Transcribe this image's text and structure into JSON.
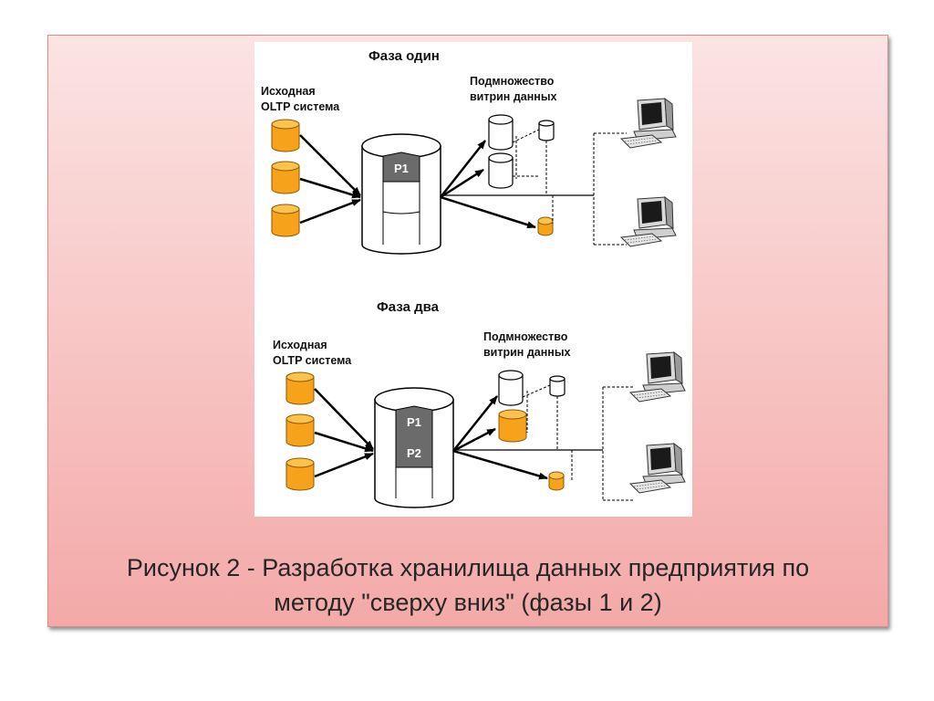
{
  "slide": {
    "caption_line1": "Рисунок 2 - Разработка хранилища данных предприятия по",
    "caption_line2": "методу \"сверху вниз\" (фазы 1 и 2)"
  },
  "phase_one": {
    "title": "Фаза один",
    "source_label_line1": "Исходная",
    "source_label_line2": "OLTP система",
    "marts_label_line1": "Подмножество",
    "marts_label_line2": "витрин данных",
    "partition_labels": [
      "P1"
    ]
  },
  "phase_two": {
    "title": "Фаза два",
    "source_label_line1": "Исходная",
    "source_label_line2": "OLTP система",
    "marts_label_line1": "Подмножество",
    "marts_label_line2": "витрин данных",
    "partition_labels": [
      "P1",
      "P2"
    ]
  },
  "colors": {
    "slide_gradient_top": "#fbe4e3",
    "slide_gradient_bottom": "#f3a9a8",
    "oltp_cylinder": "#f7a21b",
    "partition_block": "#6b6b6b",
    "caption_text": "#262626"
  },
  "icons": [
    "database-cylinder-icon",
    "computer-workstation-icon",
    "arrow-icon"
  ]
}
